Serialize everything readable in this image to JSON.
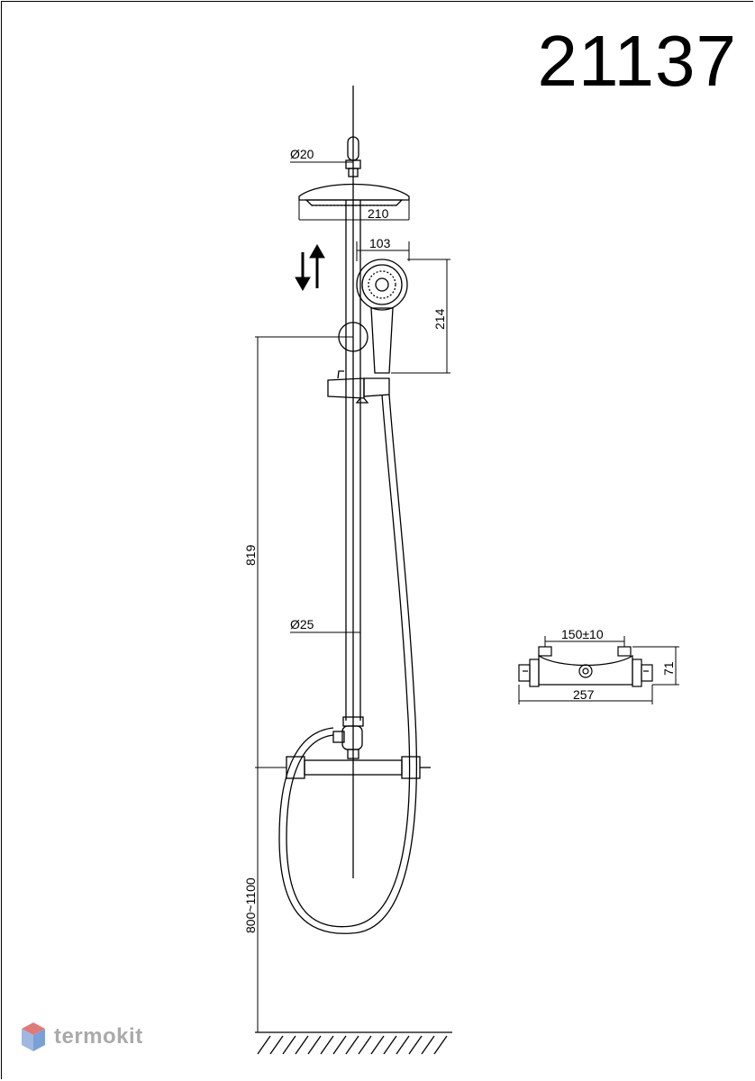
{
  "header": {
    "model_number": "21137"
  },
  "dimensions": {
    "top_connector_diameter": "Ø20",
    "head_shower_width": "210",
    "hand_shower_width": "103",
    "hand_shower_height": "214",
    "rail_height": "819",
    "pipe_diameter": "Ø25",
    "mount_height": "800~1100",
    "inlet_spacing": "150±10",
    "mixer_depth": "71",
    "mixer_length": "257"
  },
  "watermark": {
    "brand": "termokit",
    "colors": {
      "top": "#e07a7a",
      "left": "#9fb8e0",
      "right": "#7aa0d8"
    }
  }
}
